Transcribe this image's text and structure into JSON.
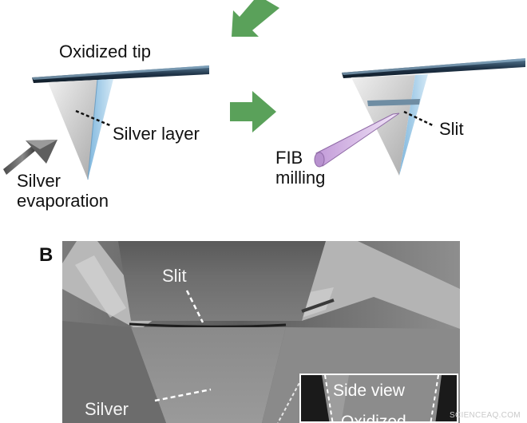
{
  "panel_a": {
    "left_tip": {
      "title": "Oxidized tip",
      "layer_label": "Silver layer",
      "source_label_line1": "Silver",
      "source_label_line2": "evaporation"
    },
    "right_tip": {
      "slit_label": "Slit",
      "milling_label_line1": "FIB",
      "milling_label_line2": "milling"
    }
  },
  "panel_b": {
    "letter": "B",
    "slit_label": "Slit",
    "silver_label": "Silver",
    "inset": {
      "title": "Side view",
      "subtitle": "Oxidized"
    }
  },
  "watermark": "SCIENCEAQ.COM",
  "colors": {
    "arrow_green": "#5aa15a",
    "silver_layer": "#c9c9c9",
    "oxide_blue": "#9ecbe6",
    "beam_violet": "#c8a8d8"
  }
}
